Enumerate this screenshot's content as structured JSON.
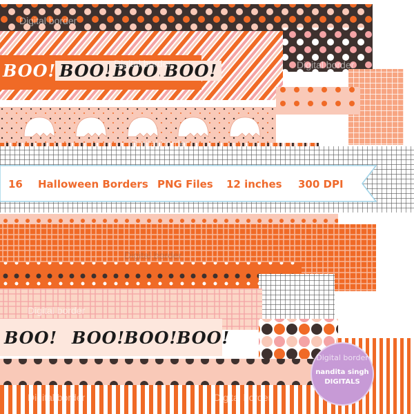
{
  "watermark": "Digital border",
  "boo_text": "BOO!",
  "banner": {
    "count": "16",
    "title": "Halloween Borders",
    "format": "PNG Files",
    "size": "12 inches",
    "resolution": "300 DPI"
  },
  "brand": {
    "line1": "nandita singh",
    "line2": "DIGITALS"
  },
  "colors": {
    "orange": "#f06a26",
    "peach": "#f9c9b8",
    "pink": "#f4a3a5",
    "brown": "#3e312e",
    "gray": "#555555",
    "badge": "#c79ad6"
  }
}
